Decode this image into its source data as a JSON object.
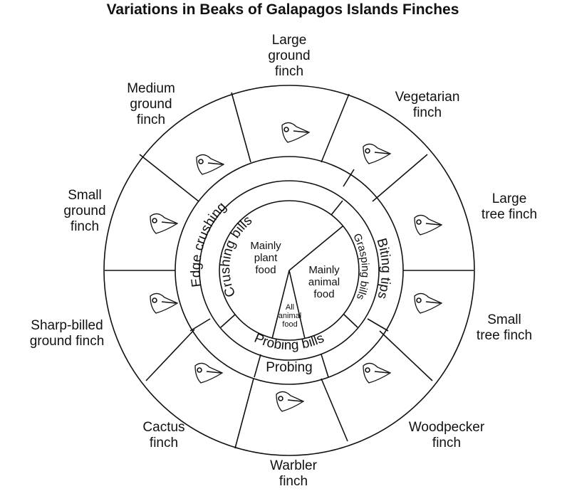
{
  "title": "Variations in Beaks of Galapagos Islands Finches",
  "species": [
    {
      "id": "large-ground-finch",
      "lines": [
        "Large",
        "ground",
        "finch"
      ]
    },
    {
      "id": "vegetarian-finch",
      "lines": [
        "Vegetarian",
        "finch"
      ]
    },
    {
      "id": "large-tree-finch",
      "lines": [
        "Large",
        "tree finch"
      ]
    },
    {
      "id": "small-tree-finch",
      "lines": [
        "Small",
        "tree finch"
      ]
    },
    {
      "id": "woodpecker-finch",
      "lines": [
        "Woodpecker",
        "finch"
      ]
    },
    {
      "id": "warbler-finch",
      "lines": [
        "Warbler",
        "finch"
      ]
    },
    {
      "id": "cactus-finch",
      "lines": [
        "Cactus",
        "finch"
      ]
    },
    {
      "id": "sharp-billed-ground-finch",
      "lines": [
        "Sharp-billed",
        "ground finch"
      ]
    },
    {
      "id": "small-ground-finch",
      "lines": [
        "Small",
        "ground",
        "finch"
      ]
    },
    {
      "id": "medium-ground-finch",
      "lines": [
        "Medium",
        "ground",
        "finch"
      ]
    }
  ],
  "beak_styles": [
    "edge-crushing",
    "biting-tip",
    "probing"
  ],
  "ring_outer": {
    "edge_crushing": "Edge crushing",
    "biting_tips": "Biting tips",
    "probing": "Probing"
  },
  "ring_inner": {
    "crushing_bills": "Crushing bills",
    "grasping_bills": "Grasping bills",
    "probing_bills": "Probing bills"
  },
  "center": {
    "plant": [
      "Mainly",
      "plant",
      "food"
    ],
    "animal": [
      "Mainly",
      "animal",
      "food"
    ],
    "all_animal": [
      "All",
      "animal",
      "food"
    ]
  }
}
